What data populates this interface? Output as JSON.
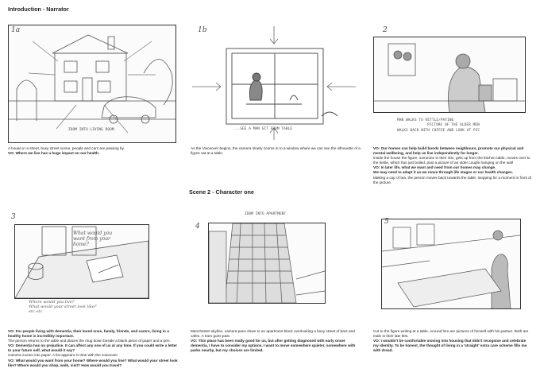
{
  "headings": {
    "intro": "Introduction - Narrator",
    "scene2": "Scene 2 - Character one"
  },
  "panels": [
    {
      "num": "1a",
      "note": "ZOOM INTO LIVING ROOM"
    },
    {
      "num": "1b",
      "note": "...SEE A MAN SIT FROM TABLE"
    },
    {
      "num": "2",
      "notes": [
        "MAN WALKS TO KETTLE/PAYING",
        "PICTURE OF THE OLDER MEN",
        "WALKS BACK WITH COFFEE AND LOOK AT PIC"
      ]
    },
    {
      "num": "3",
      "handwriting": [
        "What would you",
        "want from your",
        "home?",
        "Where would you live?",
        "What would your street look like?",
        "etc etc"
      ]
    },
    {
      "num": "4",
      "note": "ZOOM INTO APARTMENT"
    },
    {
      "num": "5"
    }
  ],
  "captions": {
    "c1": [
      {
        "text": "A house in a street, busy street scene, people and cars are passing by.",
        "bold": false
      },
      {
        "text": "VO: Where we live has a huge impact on our health.",
        "bold": true
      }
    ],
    "c2": [
      {
        "text": "As the Voiceover begins, the camera slowly zooms in to a window where we can see the silhouette of a figure sat at a table.",
        "bold": false
      }
    ],
    "c3": [
      {
        "text": "VO: Our homes can help build bonds between neighbours, promote our physical and mental wellbeing, and help us live independently for longer.",
        "bold": true
      },
      {
        "text": "Inside the house the figure, someone in their 40s, gets up from the kitchen table, moves over to the kettle, which has just boiled, past a picture of an older couple hanging on the wall",
        "bold": false
      },
      {
        "text": "VO: In later life, what we want and need from our homes may change.",
        "bold": true
      },
      {
        "text": "We may need to adapt it as we move through life stages or our health changes.",
        "bold": true
      },
      {
        "text": "Making a cup of tea, the person moves back towards the table, stopping for a moment in front of the picture.",
        "bold": false
      }
    ],
    "c4": [
      {
        "text": "VO: For people living with dementia, their loved ones, family, friends, and carers, living in a healthy home is incredibly important.",
        "bold": true
      },
      {
        "text": "The person returns to the table and places the mug down beside a blank piece of paper and a pen.",
        "bold": false
      },
      {
        "text": "VO: Dementia has no prejudice. It can affect any one of us at any time. If you could write a letter to your future self, what would it say?",
        "bold": true
      },
      {
        "text": "Camera zooms into paper. A list appears in time with the voiceover",
        "bold": false
      },
      {
        "text": "VO: What would you want from your home? Where would you live? What would your street look like? Where would you shop, walk, visit? How would you travel?",
        "bold": true
      }
    ],
    "c5": [
      {
        "text": "Manchester skyline, camera pans down to an apartment block overlooking a busy street of bars and cafes. A tram goes past.",
        "bold": false
      },
      {
        "text": "VO: This place has been really good for us, but after getting diagnosed with early onset dementia, I have to consider my options. I want to move somewhere quieter, somewhere with parks nearby, but my choices are limited.",
        "bold": true
      }
    ],
    "c6": [
      {
        "text": "Cut to the figure writing at a table. Around him are pictures of himself with his partner. Both are male in their late 50s.",
        "bold": false
      },
      {
        "text": "VO: I wouldn't be comfortable moving into housing that didn't recognise and celebrate my identity. To be honest, the thought of living in a 'straight' extra care scheme fills me with dread.",
        "bold": true
      }
    ]
  }
}
